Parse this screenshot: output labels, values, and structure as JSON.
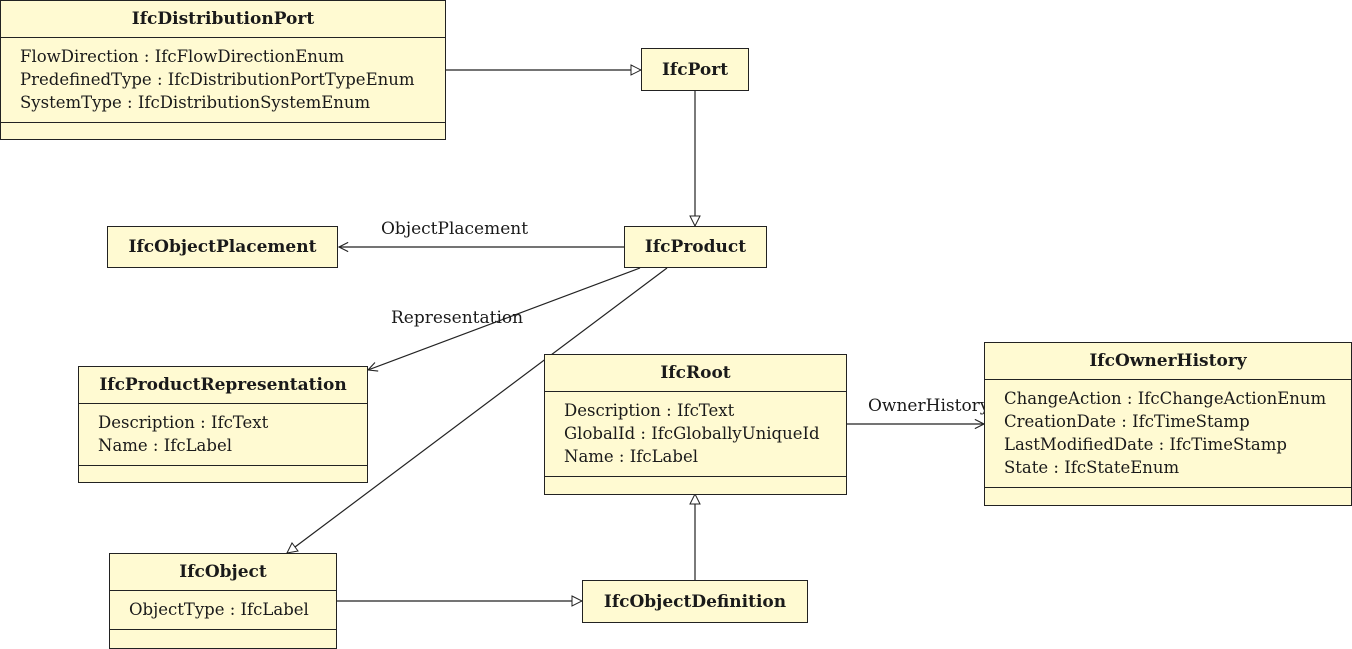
{
  "classes": {
    "distribution_port": {
      "name": "IfcDistributionPort",
      "attributes": [
        "FlowDirection : IfcFlowDirectionEnum",
        "PredefinedType : IfcDistributionPortTypeEnum",
        "SystemType : IfcDistributionSystemEnum"
      ]
    },
    "port": {
      "name": "IfcPort"
    },
    "object_placement": {
      "name": "IfcObjectPlacement"
    },
    "product": {
      "name": "IfcProduct"
    },
    "product_representation": {
      "name": "IfcProductRepresentation",
      "attributes": [
        "Description : IfcText",
        "Name : IfcLabel"
      ]
    },
    "root": {
      "name": "IfcRoot",
      "attributes": [
        "Description : IfcText",
        "GlobalId : IfcGloballyUniqueId",
        "Name : IfcLabel"
      ]
    },
    "owner_history": {
      "name": "IfcOwnerHistory",
      "attributes": [
        "ChangeAction : IfcChangeActionEnum",
        "CreationDate : IfcTimeStamp",
        "LastModifiedDate : IfcTimeStamp",
        "State : IfcStateEnum"
      ]
    },
    "object": {
      "name": "IfcObject",
      "attributes": [
        "ObjectType : IfcLabel"
      ]
    },
    "object_definition": {
      "name": "IfcObjectDefinition"
    }
  },
  "associations": {
    "object_placement": "ObjectPlacement",
    "representation": "Representation",
    "owner_history": "OwnerHistory"
  }
}
